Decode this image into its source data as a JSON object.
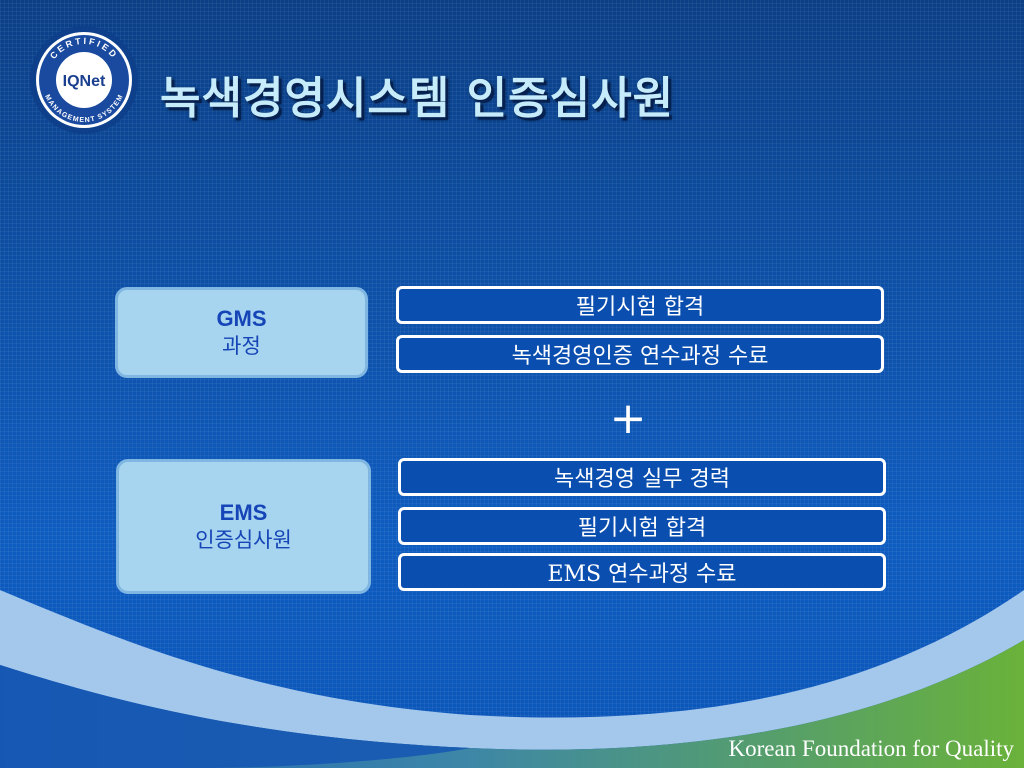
{
  "slide": {
    "title": "녹색경영시스템 인증심사원",
    "footer": "Korean Foundation for Quality"
  },
  "logo": {
    "icon": "certified-management-system-iqnet-seal-icon",
    "brand": "IQNet",
    "ring_top": "CERTIFIED",
    "ring_bottom": "MANAGEMENT SYSTEM"
  },
  "gms": {
    "label_en": "GMS",
    "label_ko": "과정",
    "requirements": [
      "필기시험 합격",
      "녹색경영인증 연수과정 수료"
    ]
  },
  "plus_sign": "+",
  "ems": {
    "label_en": "EMS",
    "label_ko": "인증심사원",
    "requirements": [
      "녹색경영 실무 경력",
      "필기시험 합격",
      "EMS 연수과정 수료"
    ]
  },
  "colors": {
    "background": "#0d4fa5",
    "title": "#c6ebfa",
    "course_box": "#a7d4ee",
    "course_text": "#1645b8",
    "wave_light": "#9fc4ea",
    "wave_green": "#6aae3c"
  }
}
